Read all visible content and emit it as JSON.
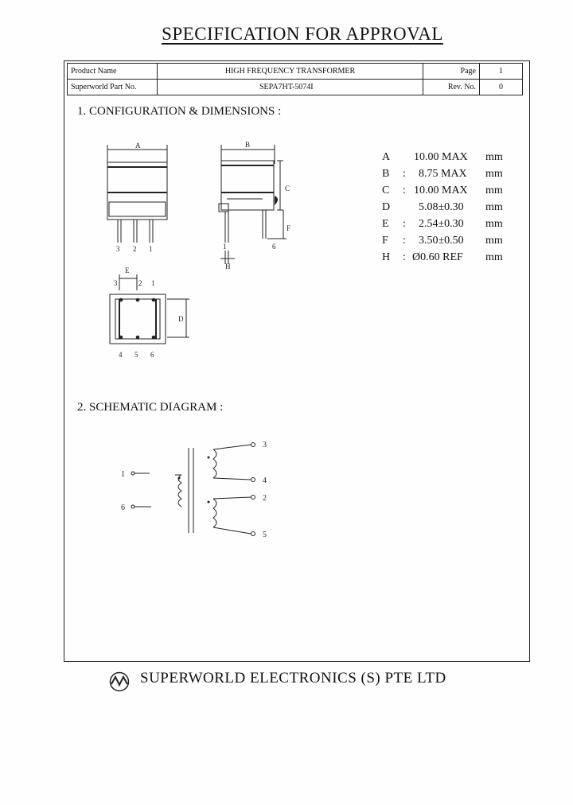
{
  "document": {
    "title": "SPECIFICATION FOR APPROVAL"
  },
  "header": {
    "product_name_label": "Product Name",
    "product_name_value": "HIGH FREQUENCY TRANSFORMER",
    "page_label": "Page",
    "page_value": "1",
    "part_no_label": "Superworld Part No.",
    "part_no_value": "SEPA7HT-5074I",
    "rev_label": "Rev. No.",
    "rev_value": "0"
  },
  "section1": {
    "heading": "1. CONFIGURATION & DIMENSIONS :",
    "drawing_labels": {
      "A": "A",
      "B": "B",
      "C": "C",
      "D": "D",
      "E": "E",
      "F": "F",
      "H": "H",
      "pin1": "1",
      "pin2": "2",
      "pin3": "3",
      "pin4": "4",
      "pin5": "5",
      "pin6": "6",
      "front_pins": [
        "3",
        "2",
        "1"
      ],
      "side_pins": [
        "1",
        "6"
      ],
      "bottom_top_pins": [
        "3",
        "2",
        "1"
      ],
      "bottom_bot_pins": [
        "4",
        "5",
        "6"
      ]
    },
    "dimensions": [
      {
        "label": "A",
        "sep": "",
        "value": "10.00 MAX",
        "unit": "mm"
      },
      {
        "label": "B",
        "sep": ":",
        "value": "8.75 MAX",
        "unit": "mm"
      },
      {
        "label": "C",
        "sep": ":",
        "value": "10.00 MAX",
        "unit": "mm"
      },
      {
        "label": "D",
        "sep": "",
        "value": "5.08±0.30",
        "unit": "mm"
      },
      {
        "label": "E",
        "sep": ":",
        "value": "2.54±0.30",
        "unit": "mm"
      },
      {
        "label": "F",
        "sep": ":",
        "value": "3.50±0.50",
        "unit": "mm"
      },
      {
        "label": "H",
        "sep": ":",
        "value": "Ø0.60 REF",
        "unit": "mm"
      }
    ]
  },
  "section2": {
    "heading": "2. SCHEMATIC DIAGRAM :",
    "pins": {
      "p1": "1",
      "p6": "6",
      "p3": "3",
      "p4": "4",
      "p2": "2",
      "p5": "5"
    }
  },
  "footer": {
    "company": "SUPERWORLD  ELECTRONICS  (S)  PTE  LTD"
  }
}
